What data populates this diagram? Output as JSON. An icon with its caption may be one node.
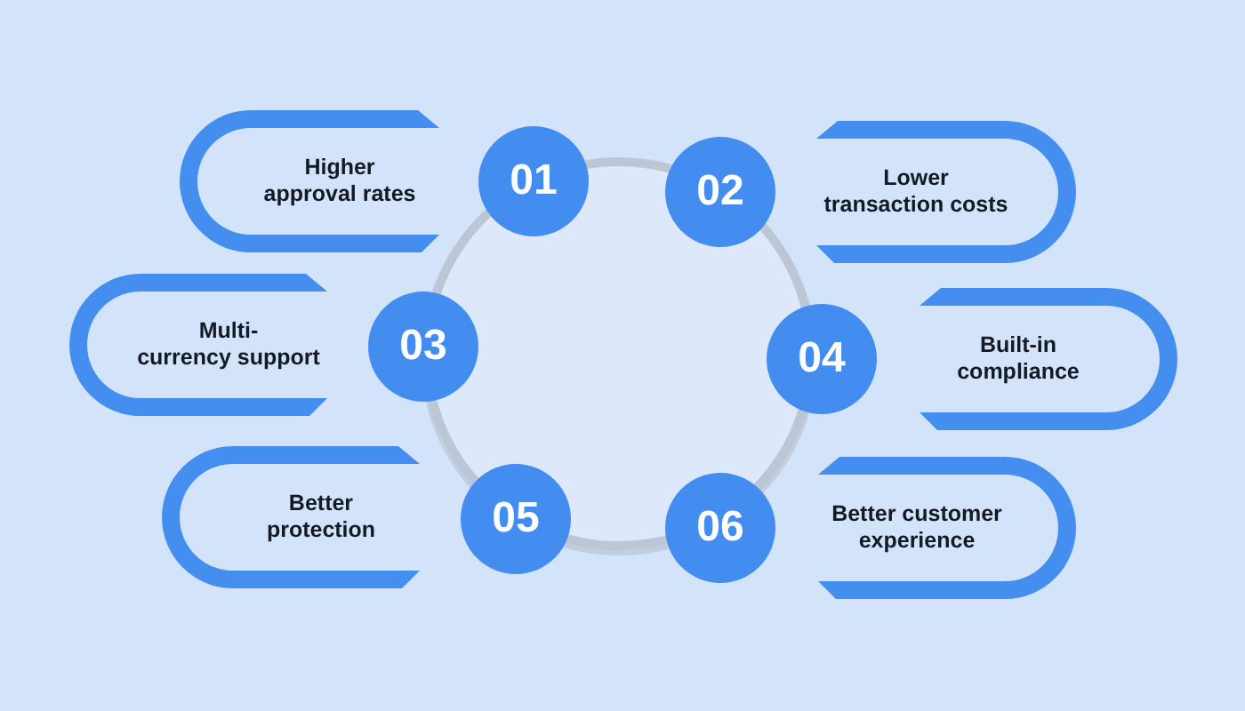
{
  "diagram": {
    "nodes": [
      {
        "text": [
          "Higher approval rates"
        ]
      },
      {
        "text": [
          "01"
        ]
      },
      {
        "text": [
          "02"
        ]
      },
      {
        "text": [
          "Lower transaction costs"
        ]
      },
      {
        "text": [
          "Multi- currency support"
        ]
      },
      {
        "text": [
          "03"
        ]
      },
      {
        "text": [
          "04"
        ]
      },
      {
        "text": [
          "Built-in compliance"
        ]
      },
      {
        "text": [
          "Better protection"
        ]
      },
      {
        "text": [
          "05"
        ]
      },
      {
        "text": [
          "06"
        ]
      },
      {
        "text": [
          "Better customer experience"
        ]
      }
    ]
  }
}
